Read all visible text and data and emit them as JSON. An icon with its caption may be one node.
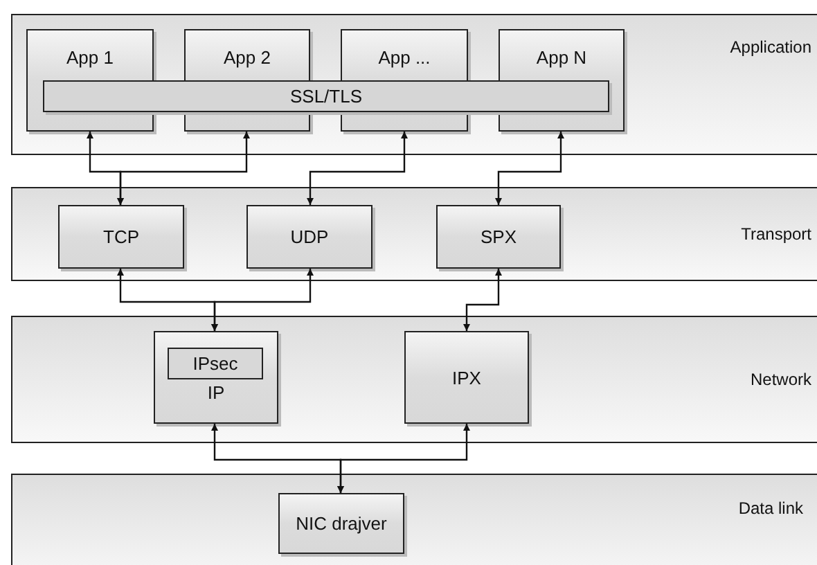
{
  "diagram": {
    "nodes": [
      {
        "text": [
          "Application"
        ]
      },
      {
        "text": [
          "App 1"
        ],
        "in": 0
      },
      {
        "text": [
          "App 2"
        ],
        "in": 0
      },
      {
        "text": [
          "App ..."
        ],
        "in": 0
      },
      {
        "text": [
          "App N"
        ],
        "in": 0
      },
      {
        "text": [
          "SSL/TLS"
        ],
        "in": 0
      },
      {
        "text": [
          "Transport"
        ]
      },
      {
        "text": [
          "TCP"
        ],
        "in": 6
      },
      {
        "text": [
          "UDP"
        ],
        "in": 6
      },
      {
        "text": [
          "SPX"
        ],
        "in": 6
      },
      {
        "text": [
          "Network"
        ]
      },
      {
        "text": [
          "IP"
        ],
        "in": 10
      },
      {
        "text": [
          "IPsec"
        ],
        "in": 11
      },
      {
        "text": [
          "IPX"
        ],
        "in": 10
      },
      {
        "text": [
          "Data link"
        ]
      },
      {
        "text": [
          "NIC drajver"
        ],
        "in": 14
      }
    ],
    "edges": [
      {
        "from": 1,
        "to": 7,
        "arrow": "both"
      },
      {
        "from": 2,
        "to": 7,
        "arrow": "both"
      },
      {
        "from": 3,
        "to": 8,
        "arrow": "both"
      },
      {
        "from": 4,
        "to": 9,
        "arrow": "both"
      },
      {
        "from": 7,
        "to": 11,
        "arrow": "both"
      },
      {
        "from": 8,
        "to": 11,
        "arrow": "both"
      },
      {
        "from": 9,
        "to": 13,
        "arrow": "both"
      },
      {
        "from": 11,
        "to": 15,
        "arrow": "both"
      },
      {
        "from": 13,
        "to": 15,
        "arrow": "both"
      }
    ]
  }
}
